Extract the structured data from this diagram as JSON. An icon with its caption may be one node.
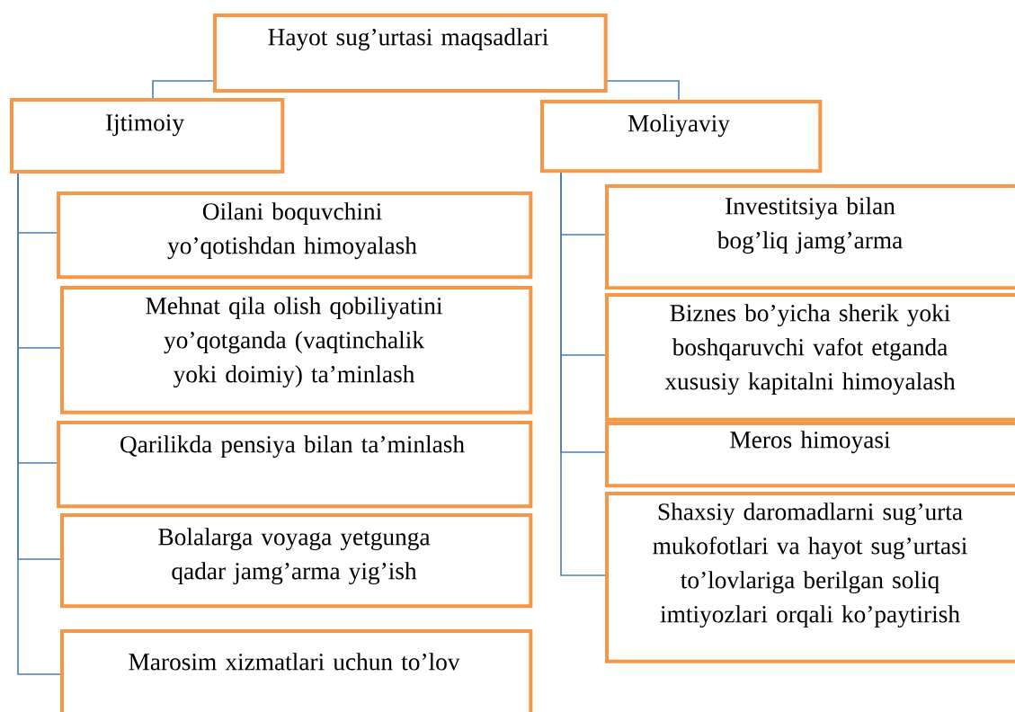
{
  "diagram": {
    "nodes": [
      {
        "text": [
          "Hayot sug’urtasi maqsadlari"
        ]
      },
      {
        "text": [
          "Ijtimoiy"
        ]
      },
      {
        "text": [
          "Moliyaviy"
        ]
      },
      {
        "text": [
          "Oilani boquvchini yo’qotishdan himoyalash"
        ]
      },
      {
        "text": [
          "Mehnat qila olish qobiliyatini yo’qotganda (vaqtinchalik yoki doimiy) ta’minlash"
        ]
      },
      {
        "text": [
          "Qarilikda pensiya bilan ta’minlash"
        ]
      },
      {
        "text": [
          "Bolalarga voyaga yetgunga qadar jamg’arma yig’ish"
        ]
      },
      {
        "text": [
          "Marosim xizmatlari uchun to’lov"
        ]
      },
      {
        "text": [
          "Investitsiya bilan bog’liq jamg’arma"
        ]
      },
      {
        "text": [
          "Biznes bo’yicha sherik yoki boshqaruvchi vafot etganda xususiy kapitalni himoyalash"
        ]
      },
      {
        "text": [
          "Meros himoyasi"
        ]
      },
      {
        "text": [
          "Shaxsiy daromadlarni sug’urta mukofotlari va hayot sug’urtasi to’lovlariga berilgan soliq imtiyozlari orqali ko’paytirish"
        ]
      }
    ],
    "edges": [
      {
        "from": 0,
        "to": 1,
        "arrow": "none"
      },
      {
        "from": 0,
        "to": 2,
        "arrow": "none"
      },
      {
        "from": 1,
        "to": 3,
        "arrow": "none"
      },
      {
        "from": 1,
        "to": 4,
        "arrow": "none"
      },
      {
        "from": 1,
        "to": 5,
        "arrow": "none"
      },
      {
        "from": 1,
        "to": 6,
        "arrow": "none"
      },
      {
        "from": 1,
        "to": 7,
        "arrow": "none"
      },
      {
        "from": 2,
        "to": 8,
        "arrow": "none"
      },
      {
        "from": 2,
        "to": 9,
        "arrow": "none"
      },
      {
        "from": 2,
        "to": 10,
        "arrow": "none"
      },
      {
        "from": 2,
        "to": 11,
        "arrow": "none"
      }
    ]
  }
}
